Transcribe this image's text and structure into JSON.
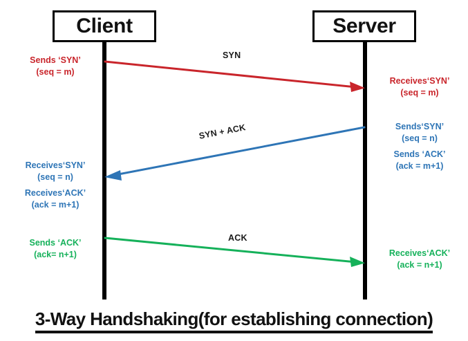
{
  "diagram": {
    "type": "sequence-diagram",
    "caption": "3-Way Handshaking(for establishing connection)",
    "colors": {
      "syn": "#C9252B",
      "syn_ack": "#2E75B6",
      "ack": "#15B15A",
      "lifeline": "#000000",
      "label": "#1a1a1a"
    },
    "nodes": {
      "client": {
        "label": "Client"
      },
      "server": {
        "label": "Server"
      }
    },
    "messages": [
      {
        "name": "syn",
        "label": "SYN",
        "direction": "client-to-server",
        "color": "#C9252B"
      },
      {
        "name": "syn-ack",
        "label": "SYN + ACK",
        "direction": "server-to-client",
        "color": "#2E75B6"
      },
      {
        "name": "ack",
        "label": "ACK",
        "direction": "client-to-server",
        "color": "#15B15A"
      }
    ],
    "annotations": {
      "client_syn_send": {
        "line1": "Sends ‘SYN’",
        "line2": "(seq = m)"
      },
      "client_synack_recv": {
        "line1": "Receives‘SYN’",
        "line2": "(seq = n)"
      },
      "client_ack_recv": {
        "line1": "Receives‘ACK’",
        "line2": "(ack = m+1)"
      },
      "client_ack_send": {
        "line1": "Sends ‘ACK’",
        "line2": "(ack= n+1)"
      },
      "server_syn_recv": {
        "line1": "Receives‘SYN’",
        "line2": "(seq = m)"
      },
      "server_syn_send": {
        "line1": "Sends‘SYN’",
        "line2": "(seq = n)"
      },
      "server_ack_send": {
        "line1": "Sends ‘ACK’",
        "line2": "(ack = m+1)"
      },
      "server_ack_recv": {
        "line1": "Receives‘ACK’",
        "line2": "(ack = n+1)"
      }
    }
  }
}
